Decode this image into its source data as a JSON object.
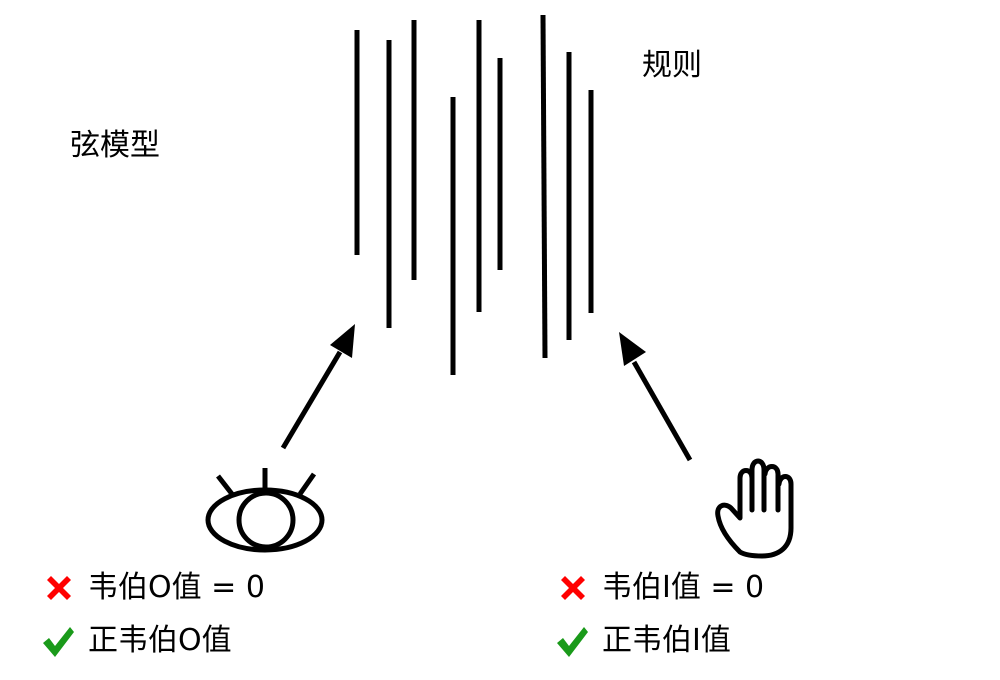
{
  "labels": {
    "string_model": "弦模型",
    "rules": "规则"
  },
  "observe": {
    "icon": "eye-icon",
    "items": [
      {
        "status": "cross",
        "text": "韦伯O值 = 0"
      },
      {
        "status": "check",
        "text": "正韦伯O值"
      }
    ]
  },
  "act": {
    "icon": "hand-icon",
    "items": [
      {
        "status": "cross",
        "text": "韦伯I值 = 0"
      },
      {
        "status": "check",
        "text": "正韦伯I值"
      }
    ]
  },
  "colors": {
    "cross": "#ff0000",
    "check": "#1a9a1a",
    "ink": "#000000"
  }
}
